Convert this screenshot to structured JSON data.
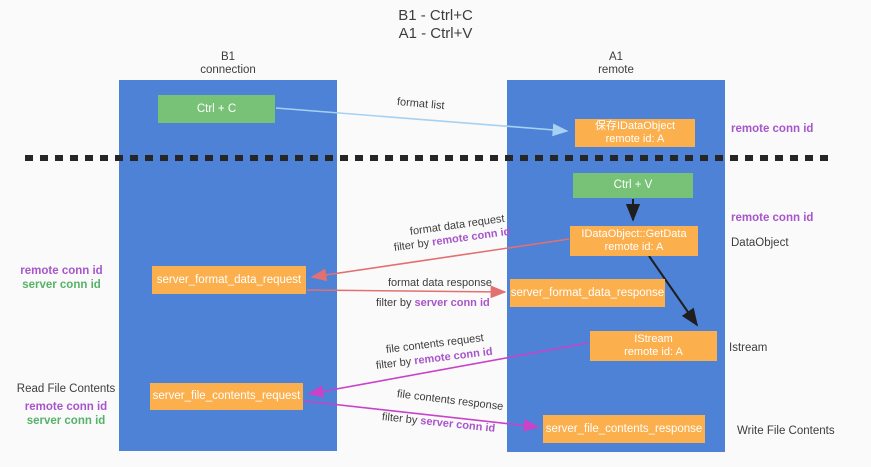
{
  "title": {
    "line1": "B1 - Ctrl+C",
    "line2": "A1 - Ctrl+V"
  },
  "columns": {
    "left": {
      "name": "B1",
      "role": "connection"
    },
    "right": {
      "name": "A1",
      "role": "remote"
    }
  },
  "nodes": {
    "ctrl_c": {
      "label": "Ctrl + C"
    },
    "save_dataobject": {
      "line1": "保存IDataObject",
      "line2": "remote id: A"
    },
    "ctrl_v": {
      "label": "Ctrl + V"
    },
    "getdata": {
      "line1": "IDataObject::GetData",
      "line2": "remote id: A"
    },
    "format_request": {
      "label": "server_format_data_request"
    },
    "format_response": {
      "label": "server_format_data_response"
    },
    "istream": {
      "line1": "IStream",
      "line2": "remote id: A"
    },
    "file_request": {
      "label": "server_file_contents_request"
    },
    "file_response": {
      "label": "server_file_contents_response"
    }
  },
  "flows": {
    "format_list": {
      "label": "format list"
    },
    "format_request": {
      "label": "format data request",
      "filter_prefix": "filter by",
      "filter_key": "remote conn id"
    },
    "format_response": {
      "label": "format data response",
      "filter_prefix": "filter by",
      "filter_key": "server conn id"
    },
    "file_request": {
      "label": "file contents request",
      "filter_prefix": "filter by",
      "filter_key": "remote conn id"
    },
    "file_response": {
      "label": "file contents response",
      "filter_prefix": "filter by",
      "filter_key": "server conn id"
    }
  },
  "annotations": {
    "remote_conn_top_right": "remote conn id",
    "remote_conn_mid_right": "remote conn id",
    "dataobject": "DataObject",
    "istream": "Istream",
    "write_file_contents": "Write File Contents",
    "left_mid_remote": "remote conn id",
    "left_mid_server": "server conn id",
    "read_file_contents": "Read File Contents",
    "left_bottom_remote": "remote conn id",
    "left_bottom_server": "server conn id"
  },
  "colors": {
    "background": "#fafafa",
    "lane_blue": "#4d82d6",
    "box_green": "#77c277",
    "box_orange": "#fbaf4d",
    "arrow_blue": "#a6d1f2",
    "arrow_red": "#e37070",
    "arrow_magenta": "#c843c8",
    "arrow_black": "#1f1f1f",
    "text_purple": "#a855cb",
    "text_green": "#56b268",
    "text_dark": "#3d3d3d"
  }
}
